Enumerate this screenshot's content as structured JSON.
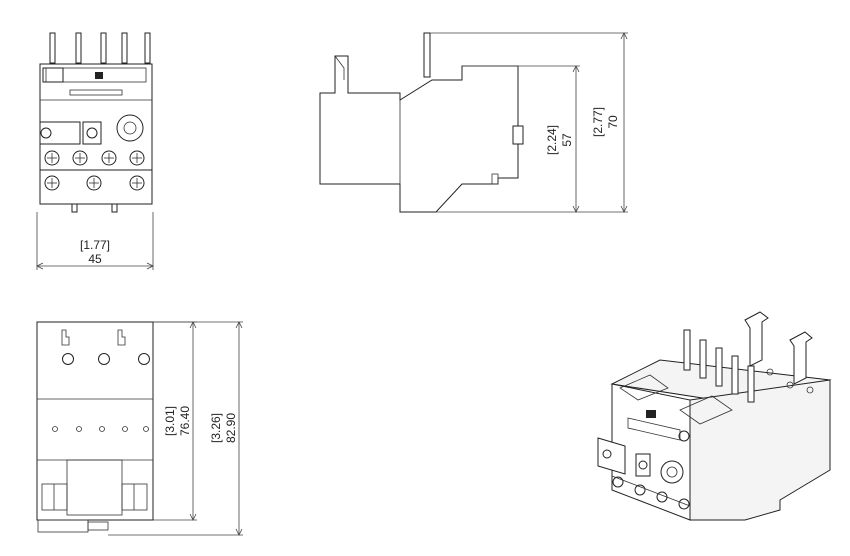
{
  "dimensions": {
    "front_width": {
      "inch": "[1.77]",
      "mm": "45"
    },
    "side_height_body": {
      "inch": "[2.24]",
      "mm": "57"
    },
    "side_height_total": {
      "inch": "[2.77]",
      "mm": "70"
    },
    "bottom_height_inner": {
      "inch": "[3.01]",
      "mm": "76.40"
    },
    "bottom_height_outer": {
      "inch": "[3.26]",
      "mm": "82.90"
    }
  }
}
